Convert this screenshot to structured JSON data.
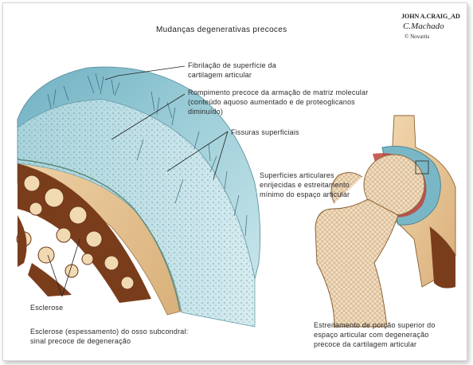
{
  "title": "Mudanças degenerativas precoces",
  "artist": {
    "name": "JOHN A.CRAIG_AD",
    "signature": "C.Machado",
    "copyright": "© Novartis"
  },
  "labels": {
    "fibrillation": "Fibrilação de superfície da cartilagem articular",
    "matrix": "Rompimento precoce da armação de matriz molecular (conteúdo aquoso aumentado e de proteoglicanos diminuído)",
    "fissures": "Fissuras superficiais",
    "surfaces": "Superfícies articulares enrijecidas e estreitamento mínimo do espaço articular",
    "sclerosis": "Esclerose",
    "sclerosis_note": "Esclerose (espessamento) do osso subcondral: sinal precoce de degeneração",
    "narrowing": "Estreitamento de porção superior do espaço articular com degeneração precoce da cartilagem articular"
  },
  "colors": {
    "cartilage": "#8fc4cf",
    "bone": "#e8c79a",
    "marrow": "#8b4a22"
  }
}
